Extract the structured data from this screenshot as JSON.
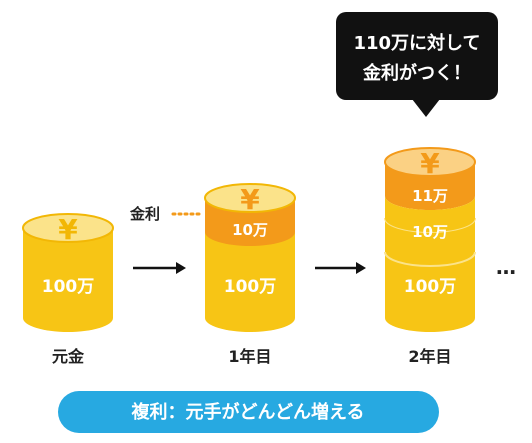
{
  "coin_symbol": "¥",
  "colors": {
    "coin_body": "#f7c515",
    "coin_top": "#fbe38a",
    "coin_rim": "#f2b705",
    "coin_interest": "#f39a1a",
    "coin_interest_top": "#fbd184",
    "bubble_bg": "#111111",
    "banner_bg": "#27a9e1",
    "dots": "#f39a1a"
  },
  "stacks": [
    {
      "label": "元金",
      "layers": [
        "100万"
      ]
    },
    {
      "label": "1年目",
      "layers": [
        "100万",
        "10万"
      ]
    },
    {
      "label": "2年目",
      "layers": [
        "100万",
        "10万",
        "11万"
      ]
    }
  ],
  "interest_label": "金利",
  "ellipsis": "…",
  "bubble": {
    "line1": "110万に対して",
    "line2": "金利がつく！"
  },
  "banner": {
    "text": "複利：元手がどんどん増える"
  }
}
